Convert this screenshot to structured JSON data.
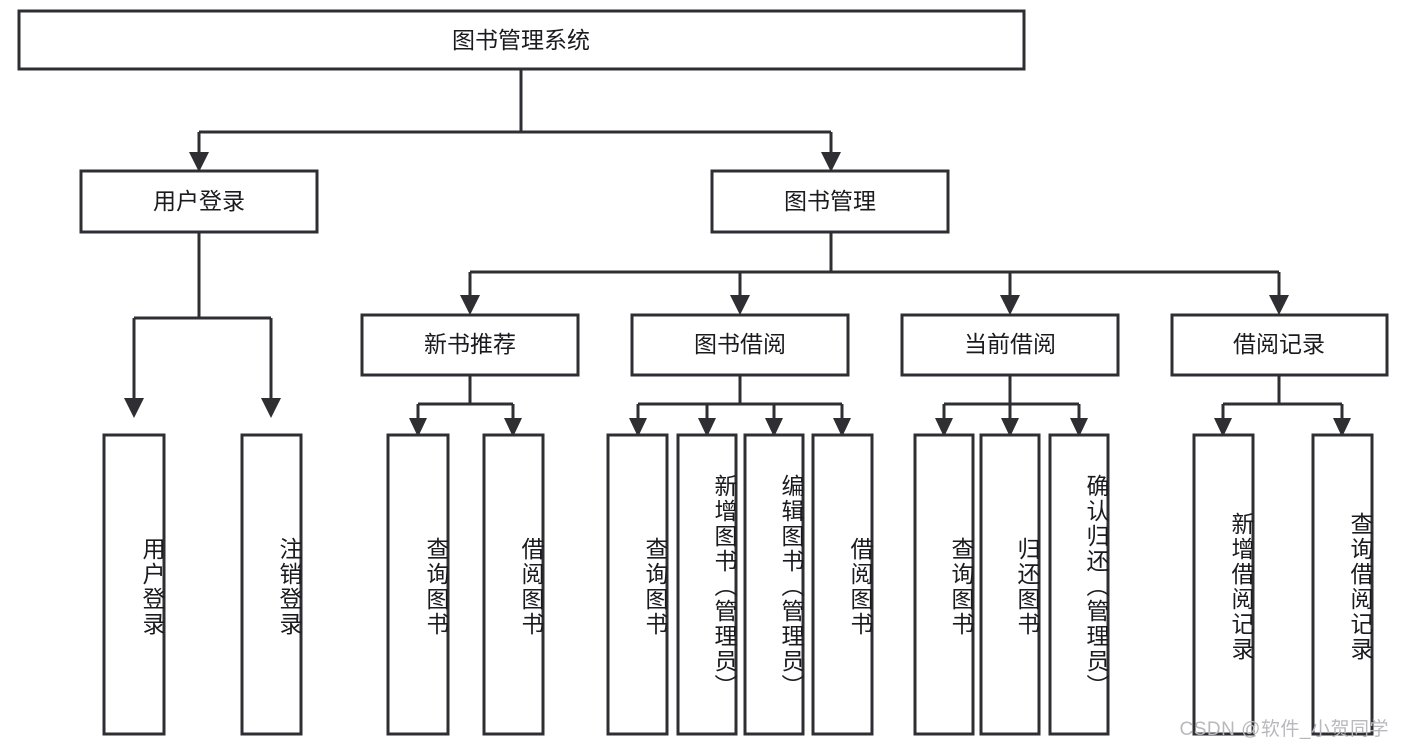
{
  "diagram": {
    "title": "图书管理系统",
    "type": "hierarchy-tree",
    "colors": {
      "stroke": "#2f2f33",
      "fill": "#ffffff",
      "text": "#1b1b1f",
      "watermark": "#b9b9bd"
    },
    "root": {
      "label": "图书管理系统"
    },
    "level2": [
      {
        "label": "用户登录"
      },
      {
        "label": "图书管理"
      }
    ],
    "level3": [
      {
        "label": "新书推荐"
      },
      {
        "label": "图书借阅"
      },
      {
        "label": "当前借阅"
      },
      {
        "label": "借阅记录"
      }
    ],
    "leaves": {
      "user_login": [
        {
          "label": "用户登录"
        },
        {
          "label": "注销登录"
        }
      ],
      "new_book_recommend": [
        {
          "label": "查询图书"
        },
        {
          "label": "借阅图书"
        }
      ],
      "book_borrow": [
        {
          "label": "查询图书"
        },
        {
          "label": "新增图书（管理员）"
        },
        {
          "label": "编辑图书（管理员）"
        },
        {
          "label": "借阅图书"
        }
      ],
      "current_borrow": [
        {
          "label": "查询图书"
        },
        {
          "label": "归还图书"
        },
        {
          "label": "确认归还（管理员）"
        }
      ],
      "borrow_record": [
        {
          "label": "新增借阅记录"
        },
        {
          "label": "查询借阅记录"
        }
      ]
    }
  },
  "watermark": {
    "text": "CSDN @软件_小贺同学"
  }
}
